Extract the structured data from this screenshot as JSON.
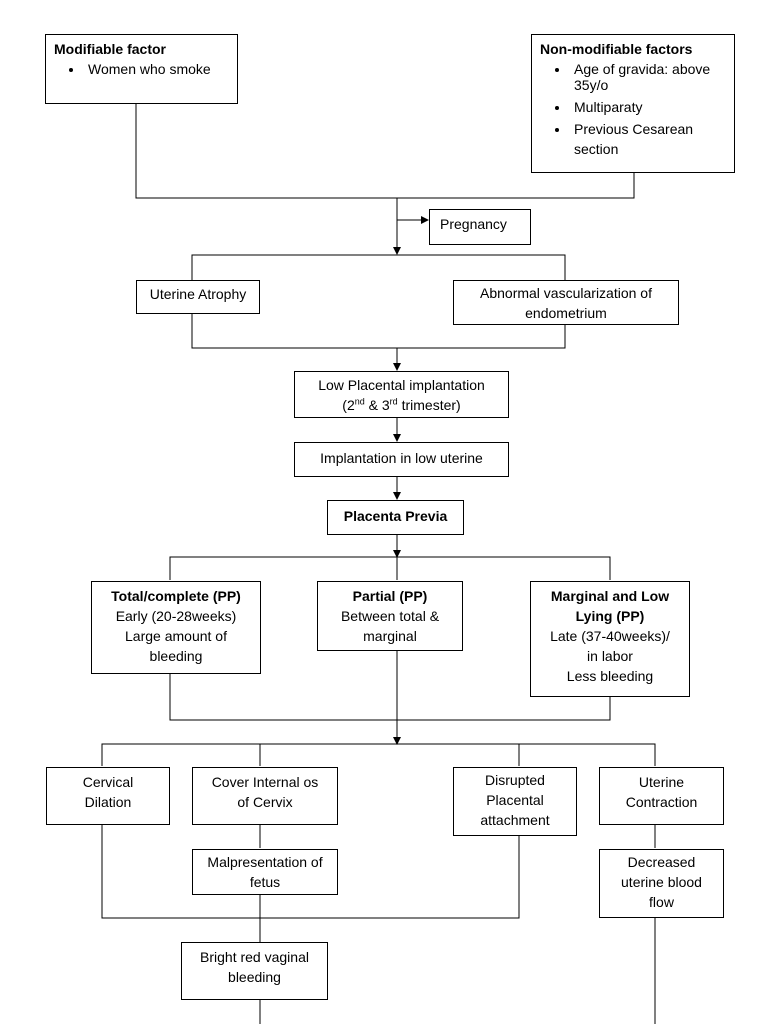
{
  "modifiable": {
    "title": "Modifiable factor",
    "items": [
      "Women who smoke"
    ]
  },
  "nonmodifiable": {
    "title": "Non-modifiable factors",
    "items": [
      "Age of gravida: above 35y/o",
      "Multiparaty",
      "Previous Cesarean section"
    ]
  },
  "pregnancy": "Pregnancy",
  "uterine_atrophy": "Uterine Atrophy",
  "abnormal_vasc": [
    "Abnormal vascularization of",
    "endometrium"
  ],
  "low_implant": {
    "line1": "Low Placental implantation",
    "line2_a": "(2",
    "sup1": "nd",
    "line2_b": " & 3",
    "sup2": "rd",
    "line2_c": " trimester)"
  },
  "implant_low_uterine": "Implantation in low uterine",
  "placenta_previa": "Placenta Previa",
  "total": {
    "title": "Total/complete (PP)",
    "lines": [
      "Early (20-28weeks)",
      "Large amount of",
      "bleeding"
    ]
  },
  "partial": {
    "title": "Partial (PP)",
    "lines": [
      "Between total &",
      "marginal"
    ]
  },
  "marginal": {
    "title_lines": [
      "Marginal and Low",
      "Lying (PP)"
    ],
    "lines": [
      "Late (37-40weeks)/",
      "in labor",
      "Less bleeding"
    ]
  },
  "cervical_dilation": [
    "Cervical",
    "Dilation"
  ],
  "cover_os": [
    "Cover Internal os",
    "of Cervix"
  ],
  "disrupted": [
    "Disrupted",
    "Placental",
    "attachment"
  ],
  "uterine_contraction": [
    "Uterine",
    "Contraction"
  ],
  "malpresentation": [
    "Malpresentation of",
    "fetus"
  ],
  "decreased_flow": [
    "Decreased",
    "uterine blood",
    "flow"
  ],
  "bright_red": [
    "Bright red vaginal",
    "bleeding"
  ]
}
